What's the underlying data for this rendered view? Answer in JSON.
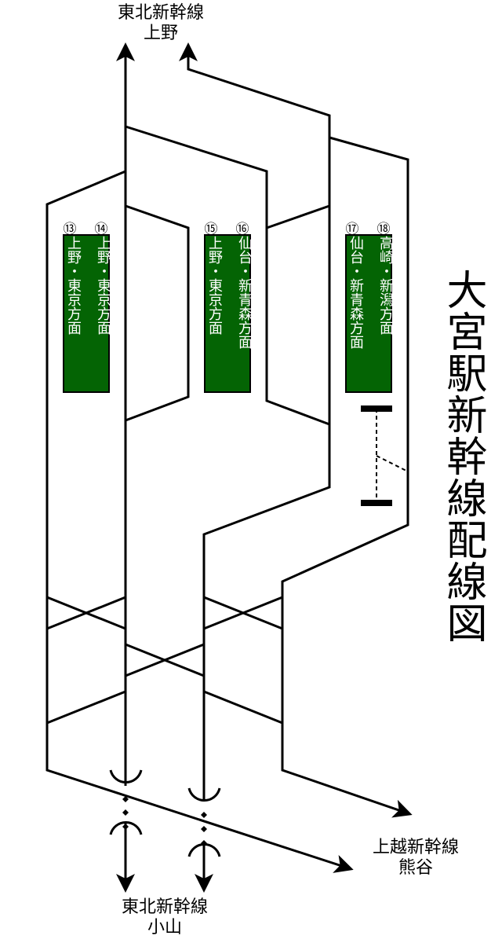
{
  "title": "大宮駅新幹線配線図",
  "destinations": {
    "top": {
      "line": "東北新幹線",
      "station": "上野"
    },
    "bottom": {
      "line": "東北新幹線",
      "station": "小山"
    },
    "joetsu": {
      "line": "上越新幹線",
      "station": "熊谷"
    }
  },
  "platforms": [
    {
      "tracks": [
        {
          "number": "⑬",
          "direction": "上野・東京方面"
        },
        {
          "number": "⑭",
          "direction": "上野・東京方面"
        }
      ]
    },
    {
      "tracks": [
        {
          "number": "⑮",
          "direction": "上野・東京方面"
        },
        {
          "number": "⑯",
          "direction": "仙台・新青森方面"
        }
      ]
    },
    {
      "tracks": [
        {
          "number": "⑰",
          "direction": "仙台・新青森方面"
        },
        {
          "number": "⑱",
          "direction": "高崎・新潟方面"
        }
      ]
    }
  ],
  "colors": {
    "platform": "#046404",
    "track": "#000000"
  }
}
